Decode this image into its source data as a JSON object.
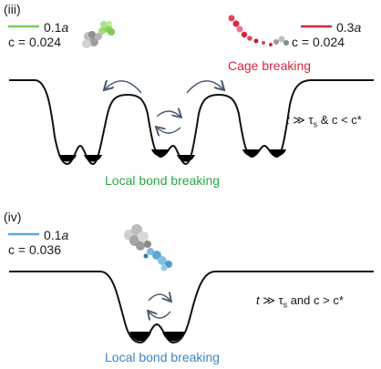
{
  "panel_iii": {
    "label": "(iii)",
    "legend_left": {
      "line_value": "0.1",
      "unit": "a",
      "c_text": "c = 0.024",
      "color": "#7ccc5e"
    },
    "legend_right": {
      "line_value": "0.3",
      "unit": "a",
      "c_text": "c = 0.024",
      "color": "#d7263d"
    },
    "cage_breaking": {
      "text": "Cage breaking",
      "color": "#d7263d"
    },
    "local_bond_breaking": {
      "text": "Local bond breaking",
      "color": "#27a844"
    },
    "condition": {
      "t": "t",
      "rel": " ≫ τ",
      "sub": "s",
      "tail": " & c < c*"
    }
  },
  "panel_iv": {
    "label": "(iv)",
    "legend": {
      "line_value": "0.1",
      "unit": "a",
      "c_text": "c = 0.036",
      "color": "#5aa9d4"
    },
    "local_bond_breaking": {
      "text": "Local bond breaking",
      "color": "#3b86c6"
    },
    "condition": {
      "t": "t",
      "rel": " ≫ τ",
      "sub": "s",
      "tail": " and c > c*"
    }
  },
  "colors": {
    "curve": "#111111",
    "arrow": "#4a5c70",
    "well_fill": "#000000"
  }
}
